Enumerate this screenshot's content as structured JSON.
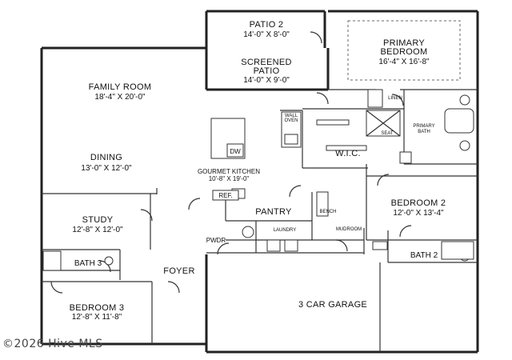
{
  "rooms": {
    "patio2": {
      "name": "PATIO 2",
      "dim": "14'-0\" X 8'-0\""
    },
    "screened_patio": {
      "name1": "SCREENED",
      "name2": "PATIO",
      "dim": "14'-0\" X 9'-0\""
    },
    "primary_bedroom": {
      "name1": "PRIMARY",
      "name2": "BEDROOM",
      "dim": "16'-4\" X 16'-8\""
    },
    "family_room": {
      "name": "FAMILY ROOM",
      "dim": "18'-4\" X 20'-0\""
    },
    "dining": {
      "name": "DINING",
      "dim": "13'-0\" X 12'-0\""
    },
    "gourmet_kitchen": {
      "name": "GOURMET KITCHEN",
      "dim": "10'-8\" X 19'-0\""
    },
    "wic": {
      "name": "W.I.C."
    },
    "primary_bath": {
      "name1": "PRIMARY",
      "name2": "BATH"
    },
    "bedroom2": {
      "name": "BEDROOM 2",
      "dim": "12'-0\" X 13'-4\""
    },
    "study": {
      "name": "STUDY",
      "dim": "12'-8\" X 12'-0\""
    },
    "pantry": {
      "name": "PANTRY"
    },
    "laundry": {
      "name": "LAUNDRY"
    },
    "mudroom": {
      "name": "MUDROOM"
    },
    "bath3": {
      "name": "BATH 3"
    },
    "bath2": {
      "name": "BATH 2"
    },
    "foyer": {
      "name": "FOYER"
    },
    "pwdr": {
      "name": "PWDR"
    },
    "bedroom3": {
      "name": "BEDROOM 3",
      "dim": "12'-8\" X 11'-8\""
    },
    "garage": {
      "name": "3 CAR GARAGE"
    }
  },
  "fixtures": {
    "dw": "DW",
    "ref": "REF.",
    "wall_oven1": "WALL",
    "wall_oven2": "OVEN",
    "bench": "BENCH",
    "linen": "LINEN",
    "seat": "SEAT"
  },
  "watermark": "©2026 Hive MLS"
}
